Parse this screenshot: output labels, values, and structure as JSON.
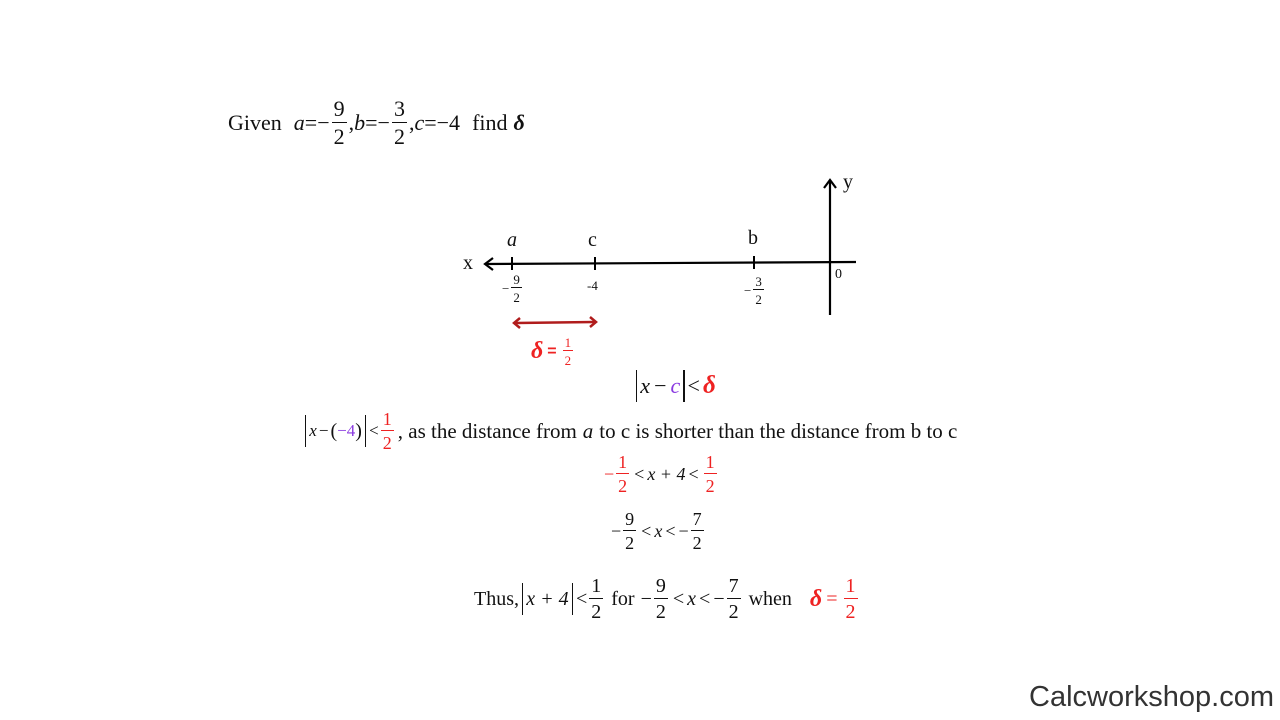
{
  "given": {
    "word": "Given",
    "a": "a",
    "b": "b",
    "c": "c",
    "eq": "=",
    "minus": "−",
    "comma": ",",
    "a_num": "9",
    "a_den": "2",
    "b_num": "3",
    "b_den": "2",
    "c_val": "−4",
    "find": "find",
    "delta": "δ"
  },
  "number_line": {
    "axis_x": "x",
    "axis_y": "y",
    "origin": "0",
    "points": [
      {
        "label": "a",
        "value_num": "9",
        "value_den": "2"
      },
      {
        "label": "c",
        "value": "-4"
      },
      {
        "label": "b",
        "value_num": "3",
        "value_den": "2"
      }
    ],
    "delta_label": {
      "delta": "δ",
      "eq": "=",
      "num": "1",
      "den": "2"
    },
    "arrow_color": "#b01c1c"
  },
  "step1": {
    "abs_open": "|",
    "x": "x",
    "minus": "−",
    "c": "c",
    "lt": "<",
    "delta": "δ"
  },
  "step2": {
    "x": "x",
    "minus": "−",
    "open": "(",
    "val": "−4",
    "close": ")",
    "lt": "<",
    "num": "1",
    "den": "2",
    "text": ", as the distance from",
    "a": "a",
    "text2": "to c is shorter than the distance from b to c"
  },
  "step3": {
    "minus": "−",
    "num": "1",
    "den": "2",
    "lt": "<",
    "mid": "x + 4",
    "num2": "1",
    "den2": "2"
  },
  "step4": {
    "minus": "−",
    "num": "9",
    "den": "2",
    "lt": "<",
    "x": "x",
    "num2": "7",
    "den2": "2"
  },
  "conclusion": {
    "thus": "Thus,",
    "expr": "x + 4",
    "lt": "<",
    "num": "1",
    "den": "2",
    "for": "for",
    "minus": "−",
    "n1": "9",
    "d1": "2",
    "x": "x",
    "n2": "7",
    "d2": "2",
    "when": "when",
    "delta": "δ",
    "eq": "=",
    "dn": "1",
    "dd": "2"
  },
  "logo": "Calcworkshop.com",
  "colors": {
    "red": "#ee2222",
    "purple": "#8a3be0"
  }
}
